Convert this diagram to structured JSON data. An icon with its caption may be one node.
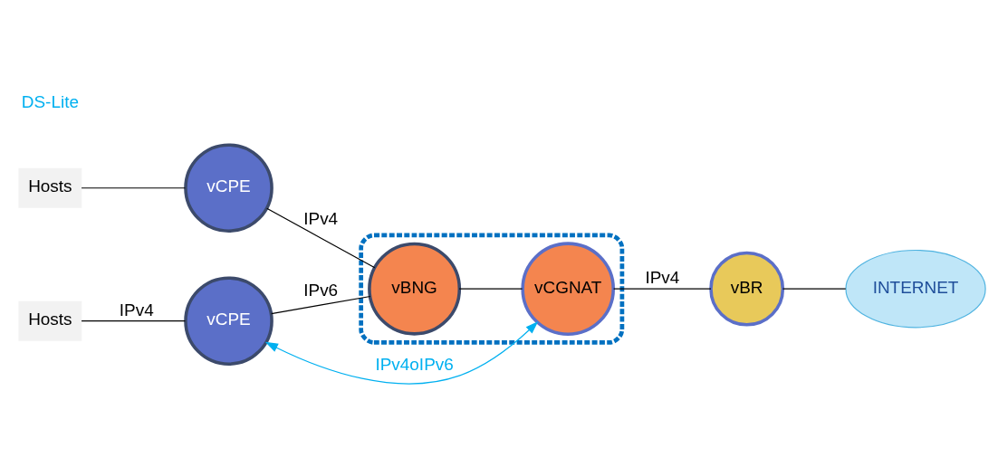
{
  "diagram": {
    "nodes": [
      {
        "text": [
          "Hosts"
        ]
      },
      {
        "text": [
          "vCPE"
        ]
      },
      {
        "text": [
          "Hosts"
        ]
      },
      {
        "text": [
          "vCPE"
        ]
      },
      {
        "text": [],
        "shape": "box"
      },
      {
        "text": [
          "vBNG"
        ],
        "in": 4
      },
      {
        "text": [
          "vCGNAT"
        ],
        "in": 4
      },
      {
        "text": [
          "vBR"
        ]
      },
      {
        "text": [
          "INTERNET"
        ]
      }
    ],
    "edges": [
      {
        "from": 0,
        "to": 1,
        "arrow": "none"
      },
      {
        "from": 1,
        "to": 5,
        "arrow": "none",
        "label": "IPv4"
      },
      {
        "from": 2,
        "to": 3,
        "arrow": "none",
        "label": "IPv4"
      },
      {
        "from": 3,
        "to": 5,
        "arrow": "none",
        "label": "IPv6"
      },
      {
        "from": 5,
        "to": 6,
        "arrow": "none"
      },
      {
        "from": 6,
        "to": 7,
        "arrow": "none",
        "label": "IPv4"
      },
      {
        "from": 7,
        "to": 8,
        "arrow": "none"
      },
      {
        "from": 3,
        "to": 6,
        "arrow": "both",
        "label": "IPv4oIPv6",
        "color": "#00b0f0"
      }
    ],
    "labels": [
      "DS-Lite"
    ]
  }
}
